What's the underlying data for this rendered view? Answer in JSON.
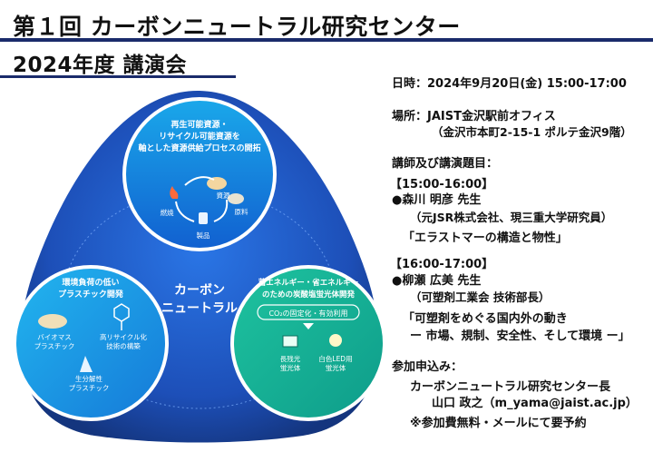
{
  "header": {
    "title_line1": "第１回 カーボンニュートラル研究センター",
    "title_line2": "2024年度 講演会"
  },
  "info": {
    "date": "日時：2024年9月20日(金) 15:00-17:00",
    "venue_label": "場所：JAIST金沢駅前オフィス",
    "venue_address": "（金沢市本町2-15-1 ポルテ金沢9階）",
    "speakers_heading": "講師及び講演題目：",
    "talk1_time": "【15:00-16:00】",
    "talk1_speaker": "●森川 明彦 先生",
    "talk1_affiliation": "（元JSR株式会社、現三重大学研究員）",
    "talk1_title": "「エラストマーの構造と物性」",
    "talk2_time": "【16:00-17:00】",
    "talk2_speaker": "●柳瀬 広美 先生",
    "talk2_affiliation": "（可塑剤工業会 技術部長）",
    "talk2_title_line1": "「可塑剤をめぐる国内外の動き",
    "talk2_title_line2": "ー 市場、規制、安全性、そして環境 ー」",
    "apply_heading": "参加申込み：",
    "contact_line1": "カーボンニュートラル研究センター長",
    "contact_line2": "山口 政之（m_yama@jaist.ac.jp）",
    "note": "※参加費無料・メールにて要予約"
  },
  "diagram": {
    "center_line1": "カーボン",
    "center_line2": "ニュートラル",
    "top_circle": {
      "line1": "再生可能資源・",
      "line2": "リサイクル可能資源を",
      "line3": "軸とした資源供給プロセスの開拓",
      "label_resource": "資源",
      "label_material": "原料",
      "label_burn": "燃焼",
      "label_product": "製品"
    },
    "left_circle": {
      "line1": "環境負荷の低い",
      "line2": "プラスチック開発",
      "label_biomass1": "バイオマス",
      "label_biomass2": "プラスチック",
      "label_recycle1": "高リサイクル化",
      "label_recycle2": "技術の構築",
      "label_bio1": "生分解性",
      "label_bio2": "プラスチック"
    },
    "right_circle": {
      "line1": "蓄エネルギー・省エネルギー",
      "line2": "のための炭酸塩蛍光体開発",
      "pill": "CO₂の固定化・有効利用",
      "label_long1": "長残光",
      "label_long2": "蛍光体",
      "label_led1": "白色LED用",
      "label_led2": "蛍光体"
    },
    "colors": {
      "navy": "#1a2b6b",
      "blue": "#1d5fd0",
      "cyan": "#1aa6e6",
      "green": "#16b39a"
    }
  }
}
